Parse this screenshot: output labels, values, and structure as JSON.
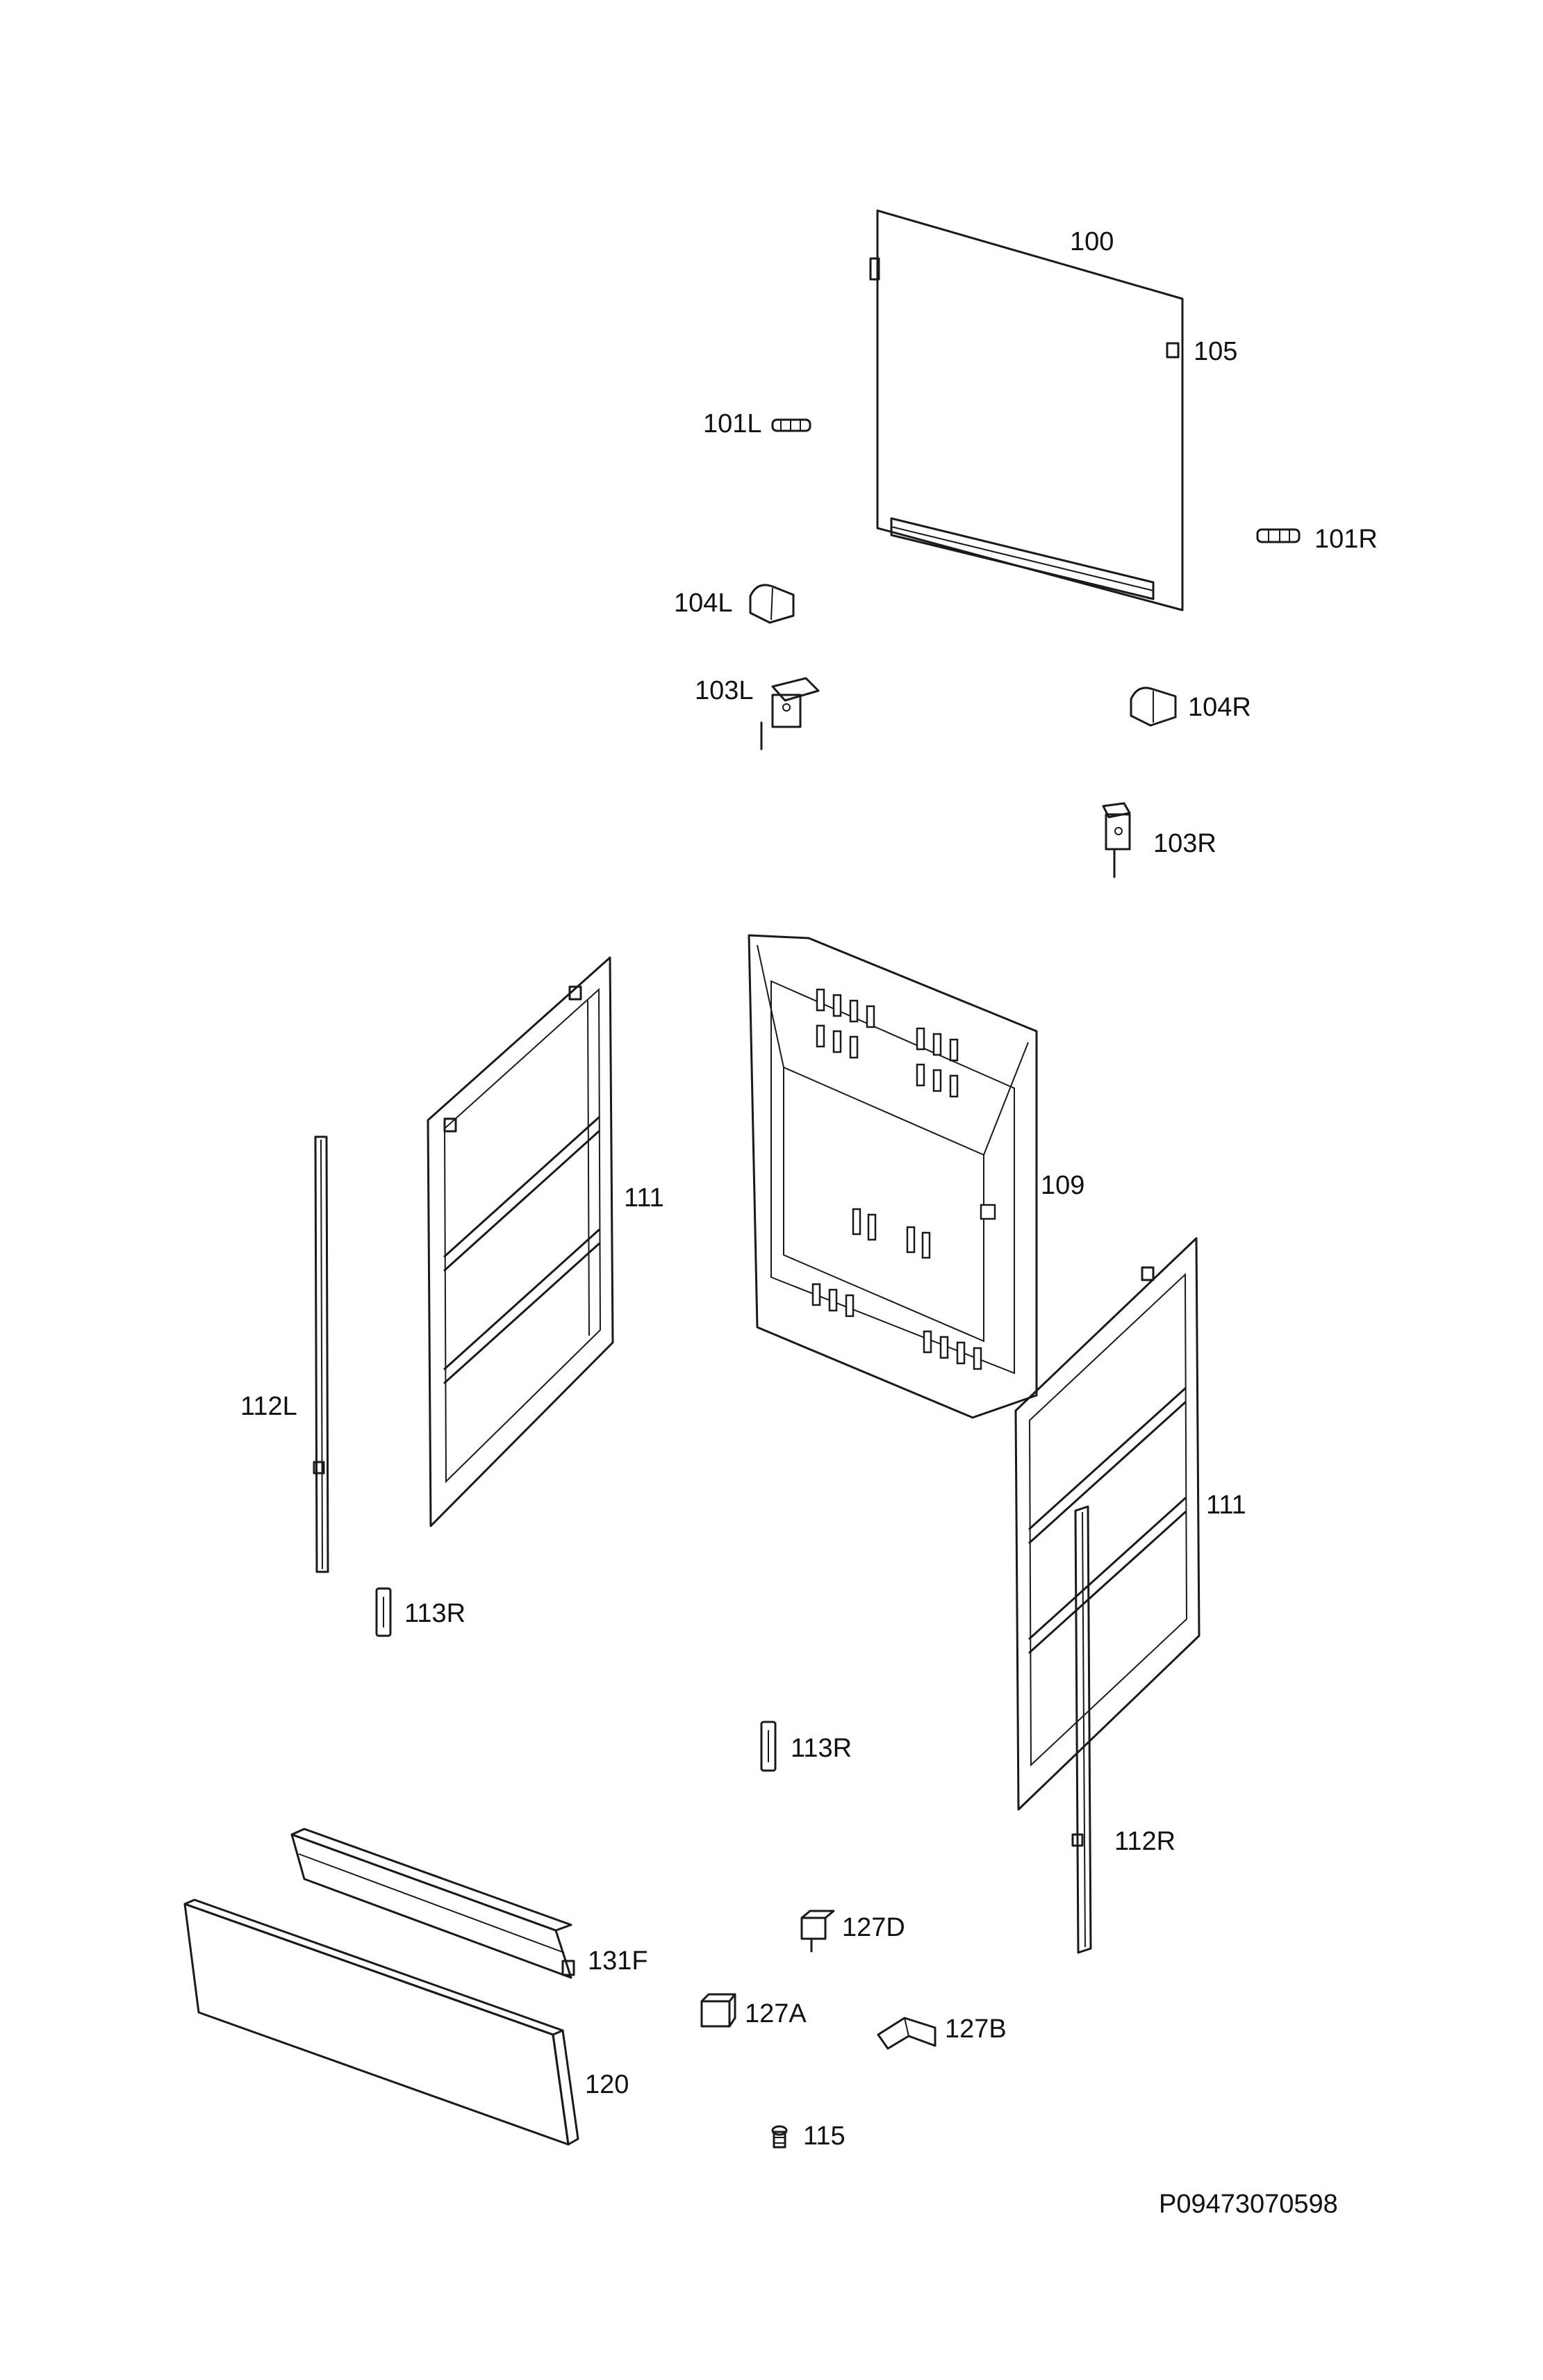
{
  "labels": {
    "p100": "100",
    "p105": "105",
    "p101L": "101L",
    "p101R": "101R",
    "p104L": "104L",
    "p103L": "103L",
    "p104R": "104R",
    "p103R": "103R",
    "p109": "109",
    "p111_left": "111",
    "p111_right": "111",
    "p112L": "112L",
    "p112R": "112R",
    "p113R_left": "113R",
    "p113R_center": "113R",
    "p131F": "131F",
    "p120": "120",
    "p127D": "127D",
    "p127A": "127A",
    "p127B": "127B",
    "p115": "115"
  },
  "drawing_code": "P09473070598"
}
